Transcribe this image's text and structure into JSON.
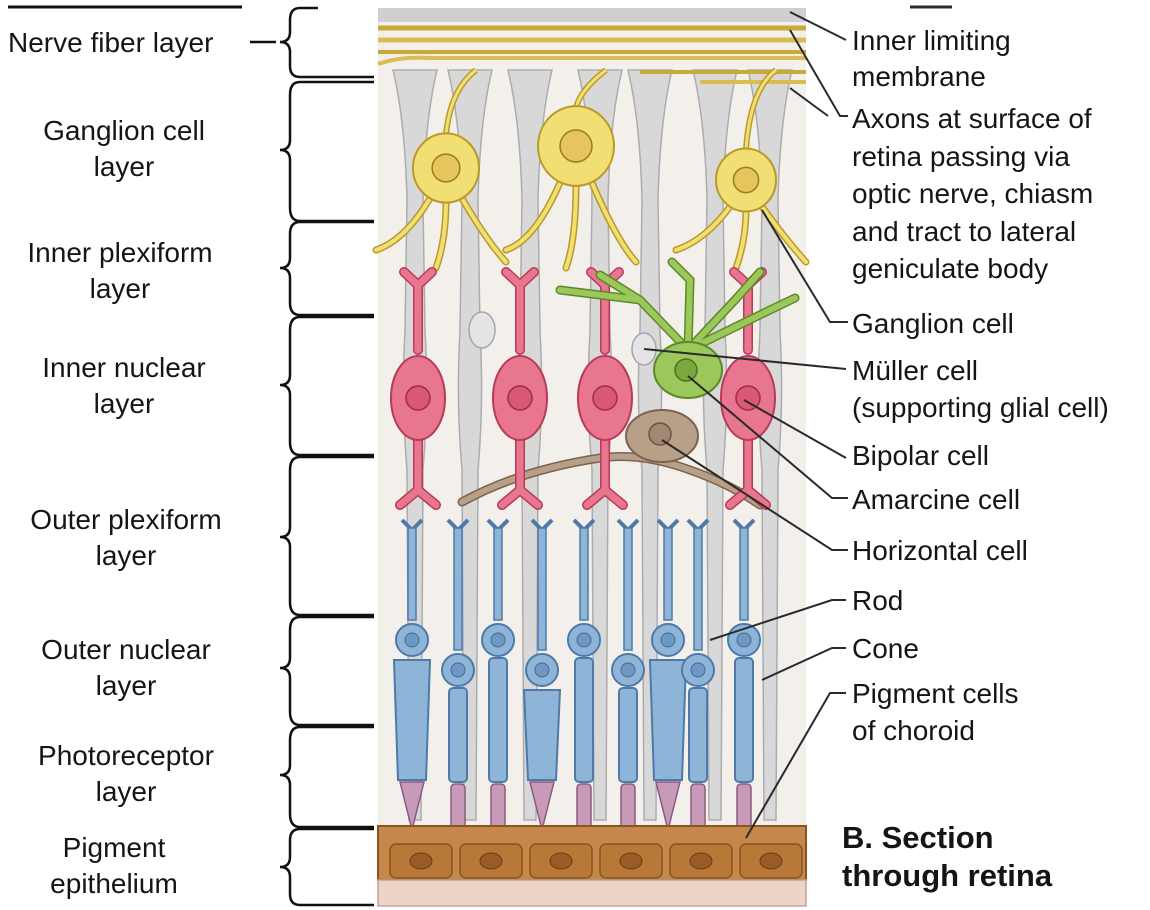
{
  "colors": {
    "ganglion": "#f2df73",
    "ganglion_stroke": "#b89a2a",
    "bipolar": "#e8768e",
    "bipolar_stroke": "#b83a58",
    "amacrine": "#9cc75a",
    "amacrine_stroke": "#5c8a28",
    "horizontal": "#b79f88",
    "horizontal_stroke": "#7a6350",
    "muller": "#d6d6d8",
    "muller_stroke": "#a5a5aa",
    "rod_cone": "#8eb5d8",
    "rod_cone_stroke": "#4d7aa8",
    "pigment": "#c6884a",
    "pigment_stroke": "#8a5420",
    "choroid": "#ecd4c8",
    "leader": "#2a2a2a"
  },
  "layers": [
    {
      "line1": "Nerve fiber layer",
      "line2": ""
    },
    {
      "line1": "Ganglion cell",
      "line2": "layer"
    },
    {
      "line1": "Inner plexiform",
      "line2": "layer"
    },
    {
      "line1": "Inner nuclear",
      "line2": "layer"
    },
    {
      "line1": "Outer plexiform",
      "line2": "layer"
    },
    {
      "line1": "Outer nuclear",
      "line2": "layer"
    },
    {
      "line1": "Photoreceptor",
      "line2": "layer"
    },
    {
      "line1": "Pigment",
      "line2": "epithelium"
    }
  ],
  "callouts": {
    "inner_limiting": {
      "line1": "Inner limiting",
      "line2": "membrane"
    },
    "axons": {
      "lines": [
        "Axons at surface of",
        "retina passing via",
        "optic nerve, chiasm",
        "and tract to lateral",
        "geniculate body"
      ]
    },
    "ganglion_cell": "Ganglion cell",
    "muller_cell": {
      "line1": "Müller cell",
      "line2": "(supporting glial cell)"
    },
    "bipolar_cell": "Bipolar cell",
    "amacrine_cell": "Amarcine cell",
    "horizontal_cell": "Horizontal cell",
    "rod": "Rod",
    "cone": "Cone",
    "pigment_cells": {
      "line1": "Pigment cells",
      "line2": "of choroid"
    }
  },
  "caption": {
    "line1": "B. Section",
    "line2": "through retina"
  }
}
